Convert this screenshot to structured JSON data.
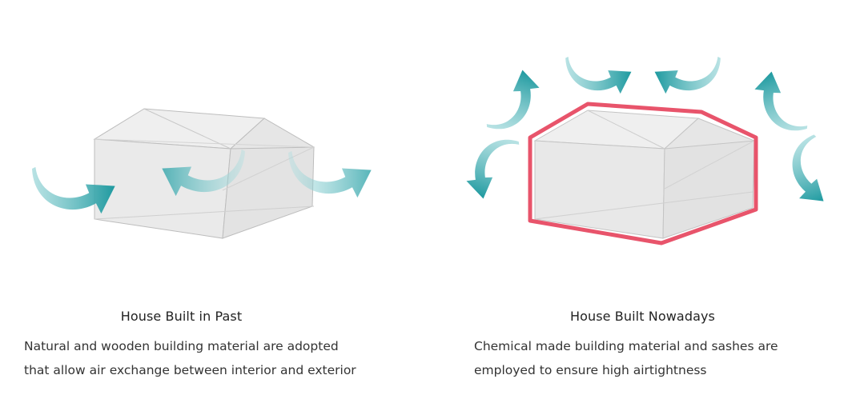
{
  "panels": [
    {
      "title": "House Built in Past",
      "description_lines": [
        "Natural and wooden building material are adopted",
        "that allow air exchange between interior and exterior"
      ]
    },
    {
      "title": "House Built Nowadays",
      "description_lines": [
        "Chemical made building material and sashes are",
        "employed to ensure high airtightness"
      ]
    }
  ],
  "colors": {
    "arrow": "#2a9fa5",
    "seal_outline": "#e8546b",
    "house_fill": "#eeeeee",
    "house_edge": "#bdbdbd"
  },
  "icons": [
    "airflow-arrow-icon"
  ]
}
